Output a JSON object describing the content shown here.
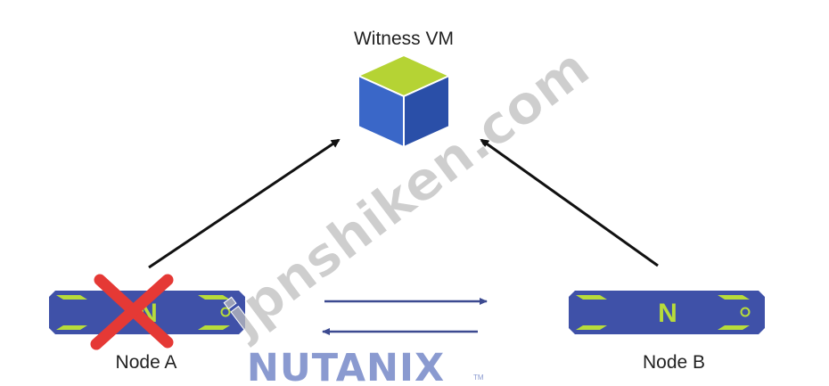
{
  "witness": {
    "label": "Witness VM",
    "icon": "cube-icon"
  },
  "node_a": {
    "label": "Node A",
    "letter": "N",
    "status": "failed",
    "status_icon": "red-x-icon"
  },
  "node_b": {
    "label": "Node B",
    "letter": "N"
  },
  "logo": {
    "text": "NUTANIX",
    "tm": "TM"
  },
  "watermark": {
    "text": "jpnshiken.com"
  },
  "colors": {
    "node_body": "#3f51a8",
    "node_accent": "#b8dc3a",
    "cube_top": "#b5d334",
    "cube_left": "#3a67c8",
    "cube_right": "#2a4fa8",
    "fail_x": "#e53935",
    "link_arrow": "#3c4a90",
    "witness_arrow": "#111111",
    "logo": "#8a9ad0"
  }
}
